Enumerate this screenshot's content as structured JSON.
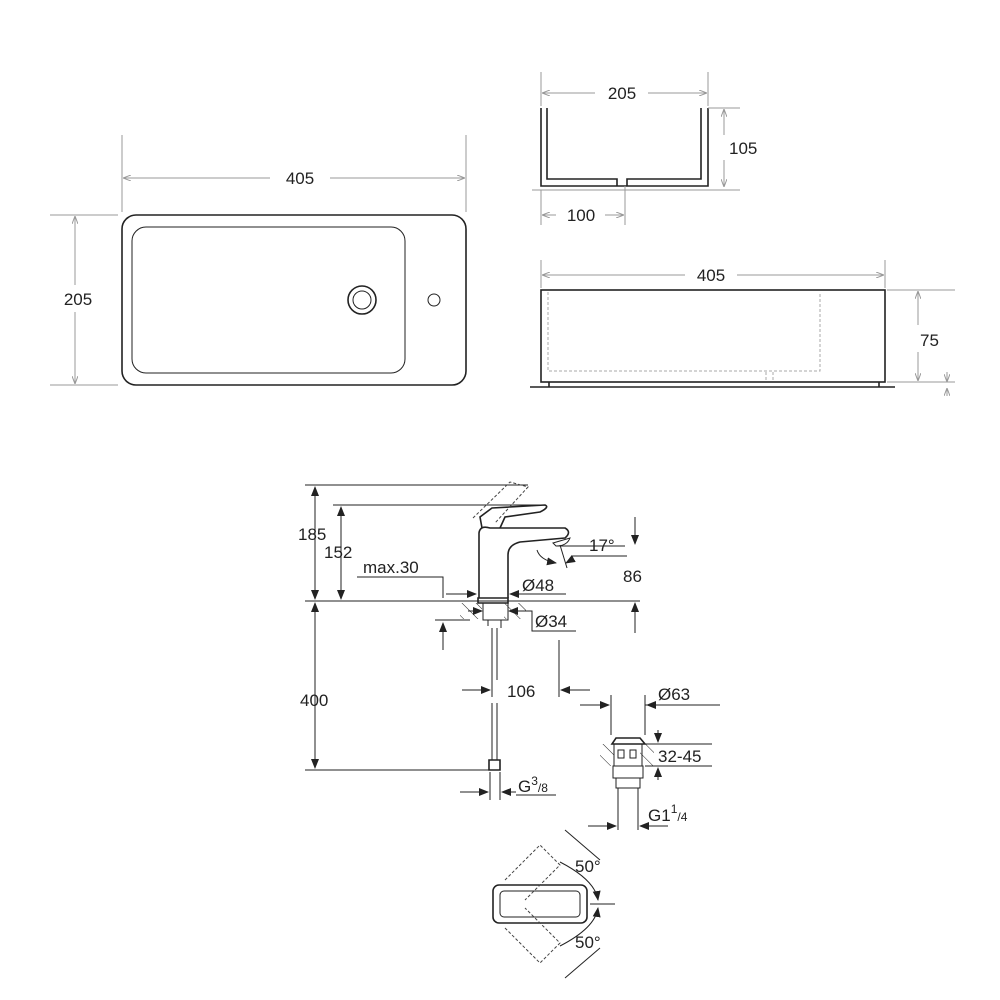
{
  "basin_top_view": {
    "width_label": "405",
    "depth_label": "205"
  },
  "basin_end_view": {
    "width_label": "205",
    "height_label": "105",
    "drain_offset_label": "100"
  },
  "basin_side_view": {
    "length_label": "405",
    "height_label": "75"
  },
  "faucet": {
    "overall_height": "185",
    "spout_height": "152",
    "max_deck": "max.30",
    "spout_angle": "17°",
    "spout_outlet_height": "86",
    "base_diameter": "Ø48",
    "hole_diameter": "Ø34",
    "spout_reach": "106",
    "hose_length": "400",
    "connection_main": "G",
    "connection_sup": "3",
    "connection_sub": "/8"
  },
  "waste": {
    "diameter": "Ø63",
    "thickness_range": "32-45",
    "connection_main": "G1",
    "connection_sup": "1",
    "connection_sub": "/4"
  },
  "lever_rotation": {
    "left_angle": "50°",
    "right_angle": "50°"
  }
}
